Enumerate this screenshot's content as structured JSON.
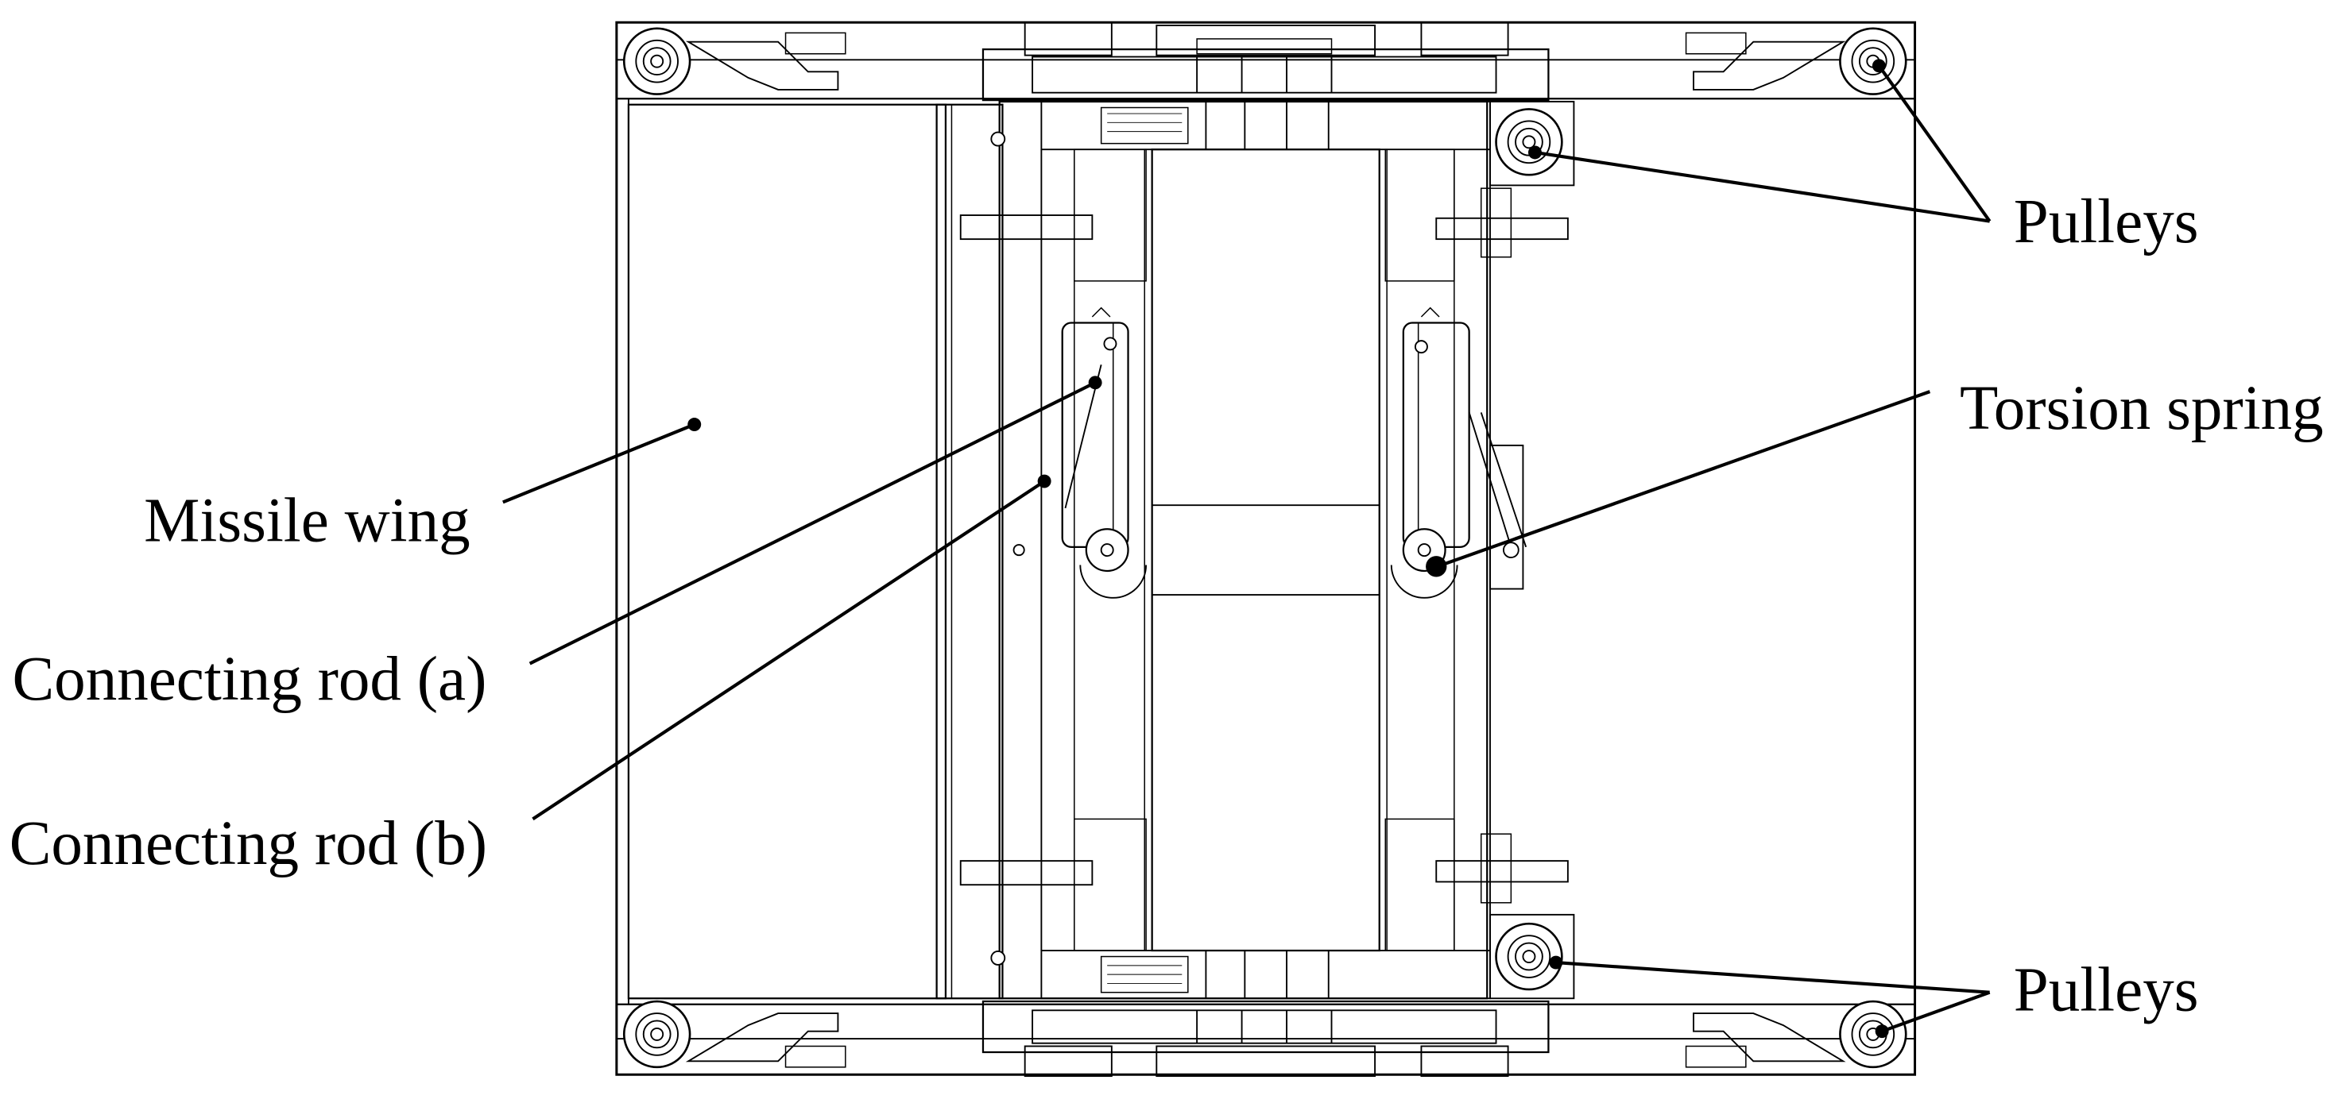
{
  "labels": {
    "pulleys_top": "Pulleys",
    "torsion_spring": "Torsion spring",
    "missile_wing": "Missile wing",
    "connecting_rod_a": "Connecting rod (a)",
    "connecting_rod_b": "Connecting rod (b)",
    "pulleys_bottom": "Pulleys"
  }
}
